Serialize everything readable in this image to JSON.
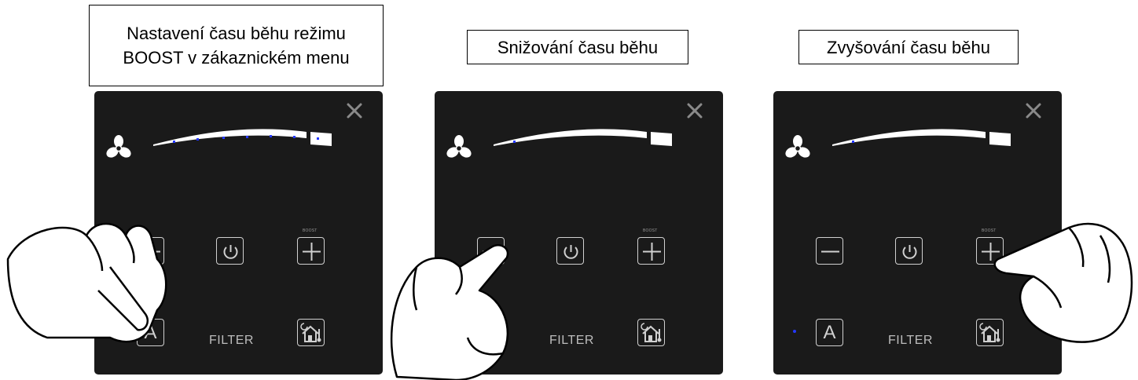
{
  "captions": {
    "set_boost": "Nastavení času běhu režimu BOOST v zákaznickém menu",
    "decrease": "Snižování času běhu",
    "increase": "Zvyšování času běhu"
  },
  "panel": {
    "filter_label": "FILTER",
    "boost_label": "BOOST",
    "buttons": {
      "minus": "minus-icon",
      "power": "power-icon",
      "plus": "plus-icon",
      "auto": "A",
      "night_house": "house-thermometer-icon",
      "close": "close-icon",
      "fan": "fan-icon"
    }
  },
  "colors": {
    "panel_bg": "#1a1a1a",
    "button_border": "#d0d0d0",
    "led_blue": "#2438ff",
    "bar_white": "#ffffff",
    "text_grey": "#bdbdbd"
  },
  "panels": [
    {
      "id": "set-boost",
      "scale_ticks": 7
    },
    {
      "id": "decrease",
      "scale_ticks": 1
    },
    {
      "id": "increase",
      "scale_ticks": 1
    }
  ]
}
